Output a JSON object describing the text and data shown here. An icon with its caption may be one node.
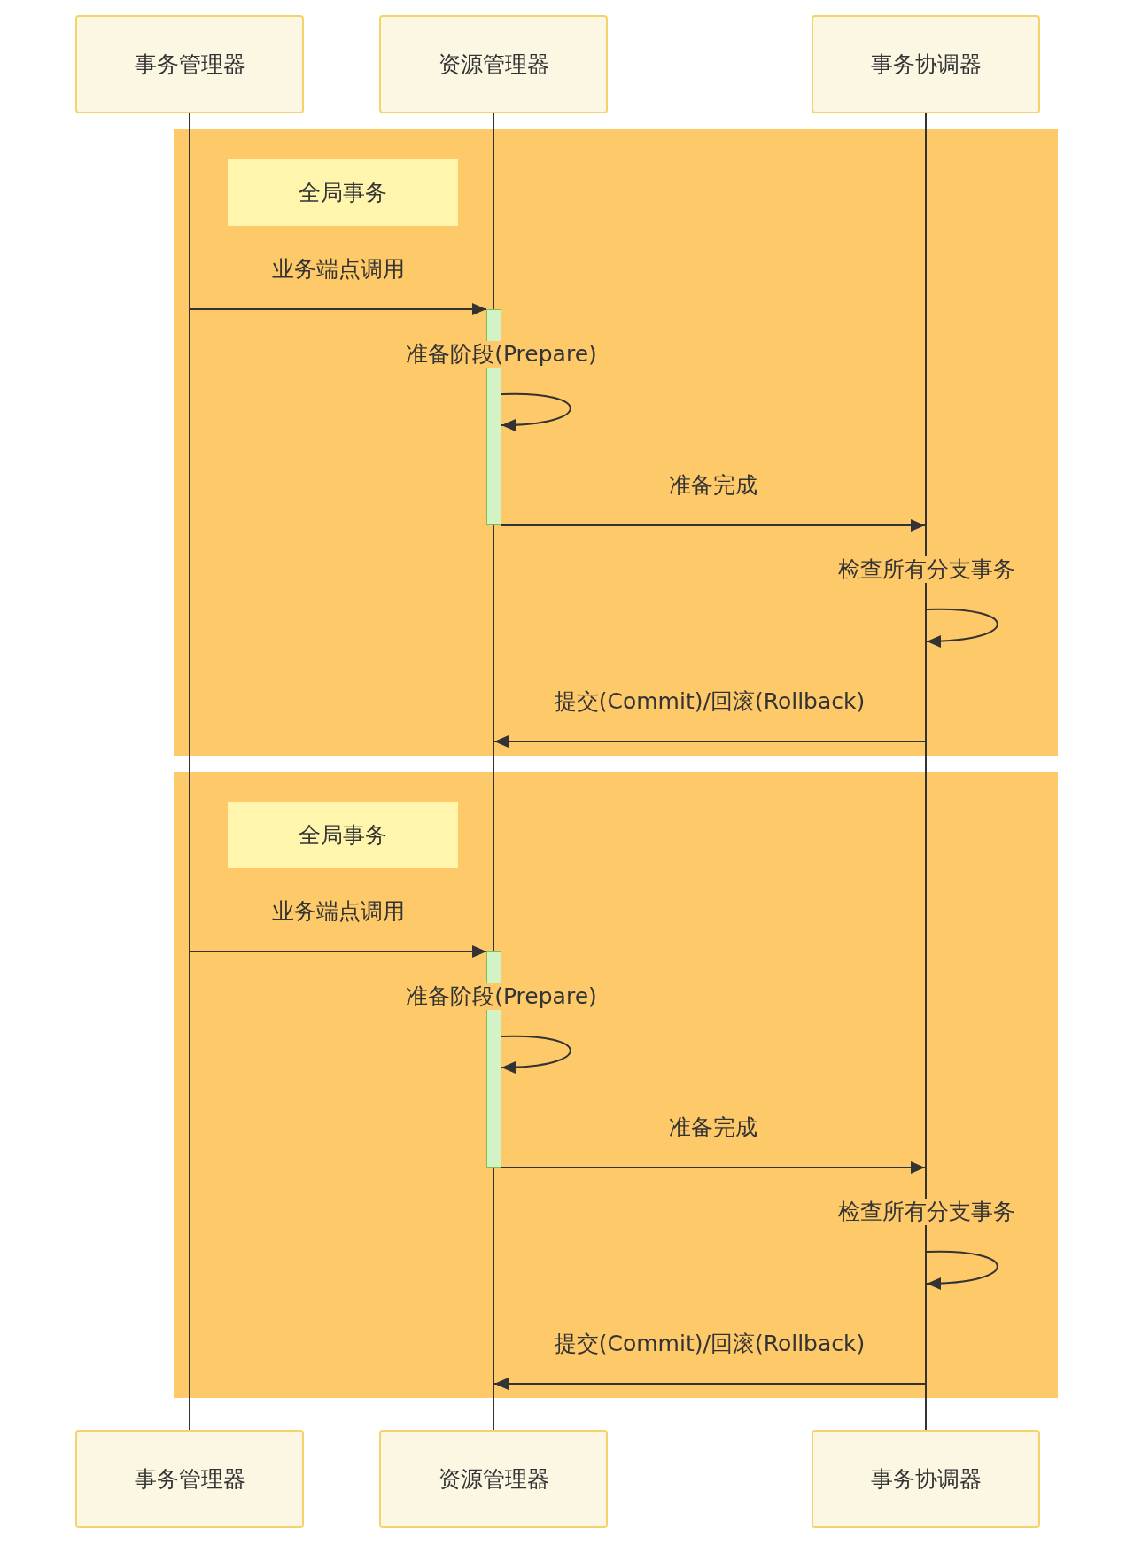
{
  "diagram": {
    "nodes": [
      {
        "text": [
          "事务管理器"
        ]
      },
      {
        "text": [
          "资源管理器"
        ]
      },
      {
        "text": [
          "事务协调器"
        ]
      },
      {
        "text": [],
        "shape": "line"
      },
      {
        "text": [],
        "shape": "line"
      },
      {
        "text": [],
        "shape": "line"
      },
      {
        "text": [],
        "shape": "box"
      },
      {
        "text": [
          "全局事务"
        ],
        "in": 6
      },
      {
        "text": [],
        "shape": "bar",
        "in": 6
      },
      {
        "text": [],
        "shape": "box"
      },
      {
        "text": [
          "全局事务"
        ],
        "in": 9
      },
      {
        "text": [],
        "shape": "bar",
        "in": 9
      },
      {
        "text": [
          "事务管理器"
        ]
      },
      {
        "text": [
          "资源管理器"
        ]
      },
      {
        "text": [
          "事务协调器"
        ]
      }
    ],
    "edges": [
      {
        "from": 3,
        "to": 8,
        "arrow": "to",
        "label": "业务端点调用"
      },
      {
        "from": 8,
        "to": 8,
        "arrow": "to",
        "label": "准备阶段(Prepare)"
      },
      {
        "from": 8,
        "to": 5,
        "arrow": "to",
        "label": "准备完成"
      },
      {
        "from": 5,
        "to": 5,
        "arrow": "to",
        "label": "检查所有分支事务"
      },
      {
        "from": 5,
        "to": 4,
        "arrow": "to",
        "label": "提交(Commit)/回滚(Rollback)"
      },
      {
        "from": 3,
        "to": 11,
        "arrow": "to",
        "label": "业务端点调用"
      },
      {
        "from": 11,
        "to": 11,
        "arrow": "to",
        "label": "准备阶段(Prepare)"
      },
      {
        "from": 11,
        "to": 5,
        "arrow": "to",
        "label": "准备完成"
      },
      {
        "from": 5,
        "to": 5,
        "arrow": "to",
        "label": "检查所有分支事务"
      },
      {
        "from": 5,
        "to": 4,
        "arrow": "to",
        "label": "提交(Commit)/回滚(Rollback)"
      }
    ]
  }
}
